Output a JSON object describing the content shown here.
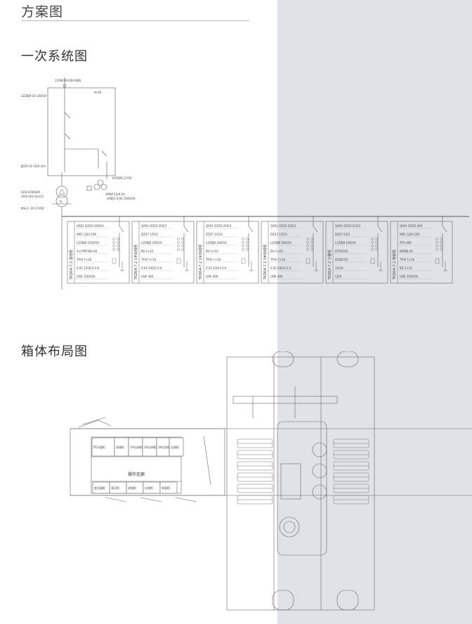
{
  "page": {
    "title": "方案图",
    "section1": "一次系统图",
    "section2": "箱体布局图"
  },
  "system_diagram": {
    "incoming_line_label": "1100kVA/10kV进线",
    "hv_panel_label": "H-GS",
    "ct_label": "LZZBJ9-10 100/5A",
    "transformer_label": "SCB-1000kVA",
    "transformer_ratio": "10/0.4kV Dyn11",
    "busbar_label": "MH-2, 2X-3.5/60",
    "pt_label": "JDZX-10 10/0.1kV",
    "surge_label": "HY5WS-17/50",
    "fuse_label": "XRNP-10/0.5A",
    "ct_label2": "LMZJ1-0.66 1500/5A",
    "panels": [
      {
        "code": "TKD04-7.2",
        "name": "进线柜",
        "items": [
          "QA01 DZ20-1600/3",
          "KM1 CJ20-100",
          "LZZBJ9 1500/5A",
          "3×(TMY-80×8)",
          "TP·B 7×16",
          "0.01 1250/3 0.8",
          "LMZ 1500/5A"
        ]
      },
      {
        "code": "TKD04-7.2",
        "name": "1#出线柜",
        "items": [
          "QA01 DZ20-250/3",
          "DZ47 125/3",
          "LZZBJ9 200/5A",
          "BV-1×10",
          "TP·B 7×16",
          "0.01 630/3 0.4",
          "LMX 400"
        ]
      },
      {
        "code": "TKD04-7.2",
        "name": "2#出线柜",
        "items": [
          "QA01 DZ20-250/3",
          "DZ47 125/3",
          "LZZBJ9 200/5A",
          "BV-1×10",
          "TP·B 7×16",
          "0.01 630/3 0.4",
          "LMX 400"
        ]
      },
      {
        "code": "TKD04-7.2",
        "name": "3#出线柜",
        "items": [
          "QA01 DZ20-250/3",
          "DZ47 125/3",
          "LZZBJ9 200/5A",
          "BV-1×10",
          "TP·B 7×16",
          "0.01 630/3 0.4",
          "LMX 400"
        ]
      },
      {
        "code": "TKD04-7.2",
        "name": "计量柜",
        "items": [
          "QA01 DZ20-125/3",
          "DZ47 63/3",
          "LZZBJ9 100/5A",
          "DTSD341",
          "DSSD331",
          "12/5A",
          "CJ20"
        ]
      },
      {
        "code": "TKD04-7.2",
        "name": "电容柜",
        "items": [
          "QA01 DZ20-400",
          "KM1 CJ20-100",
          "RT0-400",
          "BSMJ0.45",
          "TP·B 7×16",
          "BZ-1×15",
          "LMZ 1500/5A"
        ]
      }
    ]
  },
  "layout_diagram": {
    "top_row": [
      "PT计量柜",
      "进线柜",
      "1#出线柜",
      "2#出线柜",
      "3#出线柜",
      "出线柜"
    ],
    "center_label": "操作走廊",
    "bottom_row": [
      "变压器柜",
      "高压柜",
      "进线柜",
      "出线柜",
      "电容柜"
    ]
  }
}
